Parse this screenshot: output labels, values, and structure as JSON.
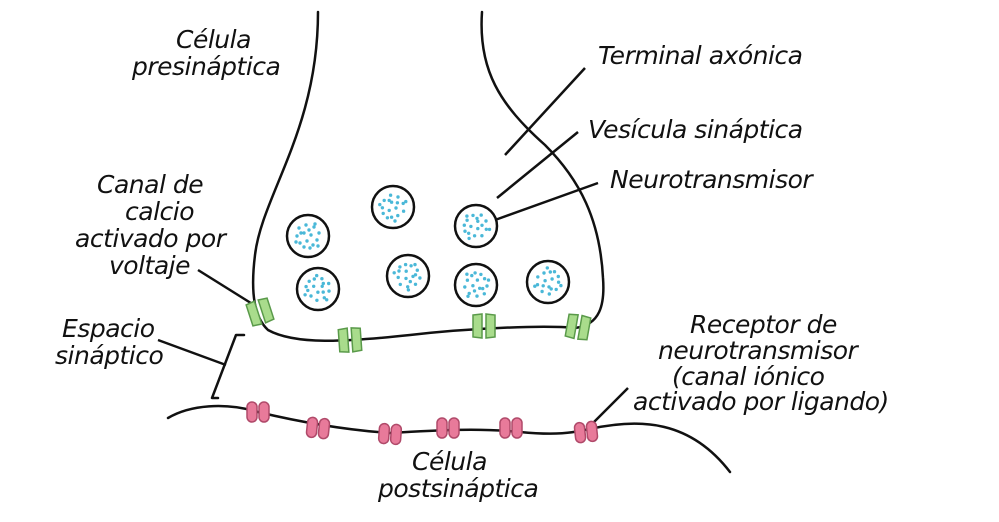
{
  "labels": {
    "presynaptic_line1": "Célula",
    "presynaptic_line2": "presináptica",
    "axon_terminal": "Terminal axónica",
    "synaptic_vesicle": "Vesícula sináptica",
    "neurotransmitter": "Neurotransmisor",
    "calcium_line1": "Canal de",
    "calcium_line2": "calcio",
    "calcium_line3": "activado por",
    "calcium_line4": "voltaje",
    "cleft_line1": "Espacio",
    "cleft_line2": "sináptico",
    "receptor_line1": "Receptor de",
    "receptor_line2": "neurotransmisor",
    "receptor_line3": "(canal iónico",
    "receptor_line4": "activado por ligando)",
    "postsynaptic_line1": "Célula",
    "postsynaptic_line2": "postsináptica"
  },
  "colors": {
    "outline": "#111111",
    "vesicle_dots": "#4ab8d8",
    "calcium_channel_fill": "#a9dc8c",
    "calcium_channel_stroke": "#5a9a4a",
    "receptor_fill": "#e87a9a",
    "receptor_stroke": "#b04a6a"
  }
}
